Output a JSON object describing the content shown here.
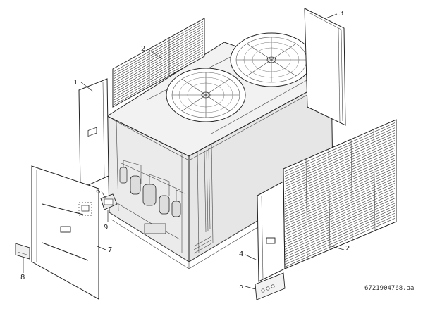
{
  "figure": {
    "document_number": "6721904768.aa",
    "callouts": [
      {
        "id": "c1",
        "number": "1"
      },
      {
        "id": "c2a",
        "number": "2"
      },
      {
        "id": "c2b",
        "number": "2"
      },
      {
        "id": "c3",
        "number": "3"
      },
      {
        "id": "c4",
        "number": "4"
      },
      {
        "id": "c5",
        "number": "5"
      },
      {
        "id": "c6",
        "number": "6"
      },
      {
        "id": "c7",
        "number": "7"
      },
      {
        "id": "c8",
        "number": "8"
      },
      {
        "id": "c9",
        "number": "9"
      }
    ]
  }
}
